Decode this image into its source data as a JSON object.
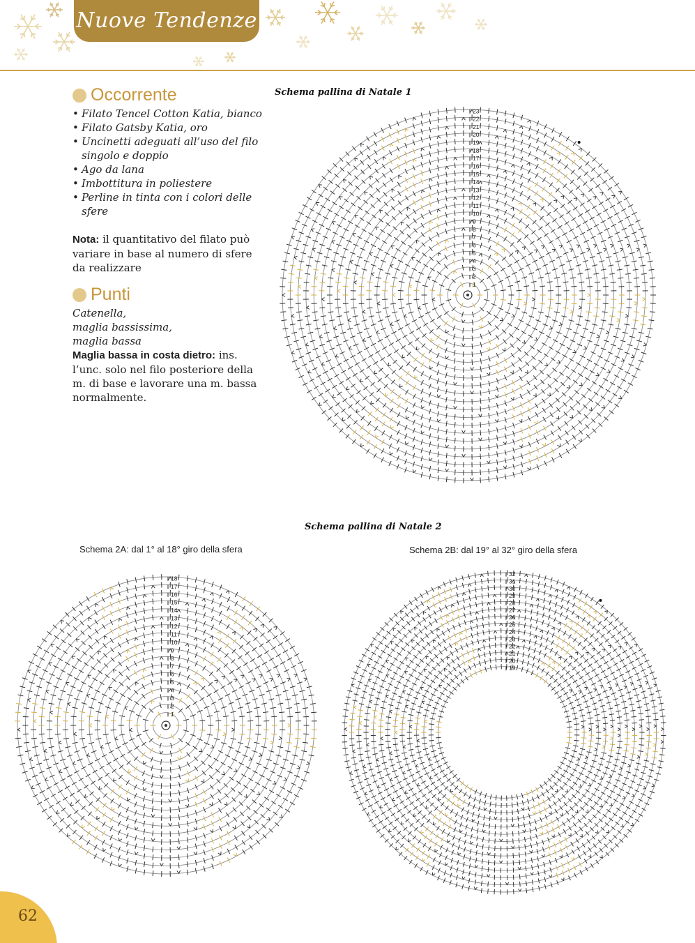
{
  "header": {
    "section": "Nuove Tendenze"
  },
  "sidebar": {
    "materials_title": "Occorrente",
    "materials": [
      "Filato Tencel Cotton Katia, bianco",
      "Filato Gatsby Katia, oro",
      "Uncinetti adeguati all’uso del filo singolo e doppio",
      "Ago da lana",
      "Imbottitura in poliestere",
      "Perline in tinta con i colori delle sfere"
    ],
    "note_label": "Nota:",
    "note_text": " il quantitativo del filato può variare in base al numero di sfere da realizzare",
    "stitches_title": "Punti",
    "stitches": [
      "Catenella,",
      "maglia bassissima,",
      "maglia bassa"
    ],
    "stitch_term": "Maglia bassa in costa dietro:",
    "stitch_desc": " ins. l’unc. solo nel filo posteriore della m. di base e lavorare una m. bassa normalmente."
  },
  "diagrams": {
    "schema1": {
      "title": "Schema pallina di Natale 1",
      "rounds": [
        "1",
        "2",
        "3",
        "4",
        "5",
        "6",
        "7",
        "8",
        "9",
        "10",
        "11",
        "12",
        "13",
        "14",
        "15",
        "16",
        "17",
        "18",
        "19",
        "20",
        "21",
        "22",
        "23"
      ]
    },
    "schema2": {
      "title": "Schema pallina di Natale 2",
      "a": {
        "caption": "Schema 2A: dal 1° al 18° giro della sfera",
        "rounds": [
          "1",
          "2",
          "3",
          "4",
          "5",
          "6",
          "7",
          "8",
          "9",
          "10",
          "11",
          "12",
          "13",
          "14",
          "15",
          "16",
          "17",
          "18"
        ]
      },
      "b": {
        "caption": "Schema 2B: dal 19° al 32° giro della sfera",
        "rounds": [
          "19",
          "20",
          "21",
          "22",
          "23",
          "24",
          "25",
          "26",
          "27",
          "28",
          "29",
          "30",
          "31",
          "32"
        ]
      }
    }
  },
  "colors": {
    "gold": "#c8963b",
    "gold_light": "#e4c98c",
    "tab": "#b08a3c",
    "badge": "#efc04c",
    "stitch_gold": "#d9b13c"
  },
  "page": {
    "number": "62"
  }
}
